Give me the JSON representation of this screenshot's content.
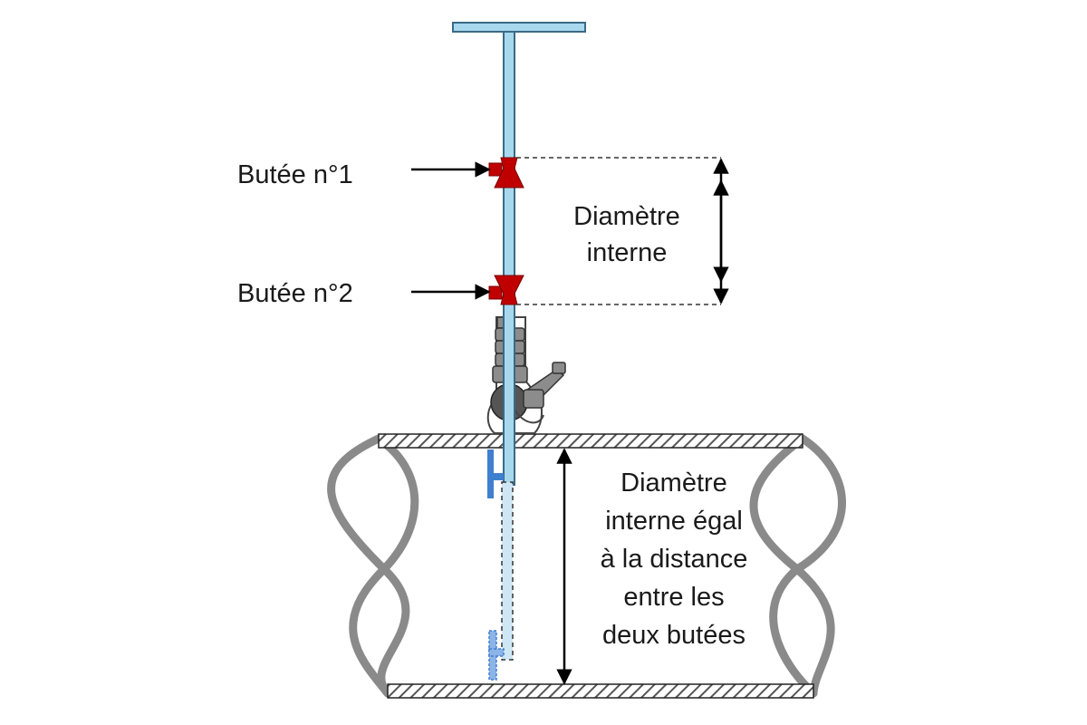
{
  "labels": {
    "stop1": "Butée n°1",
    "stop2": "Butée n°2",
    "inner_diameter": [
      "Diamètre",
      "interne"
    ],
    "explanation": [
      "Diamètre",
      "interne égal",
      "à la distance",
      "entre les",
      "deux butées"
    ]
  },
  "colors": {
    "rod_fill": "#a8d8ee",
    "rod_stroke": "#3a6a86",
    "stop": "#c00000",
    "stop_stroke": "#7a0000",
    "pipe_outline": "#8a8a8a",
    "valve_dark": "#555555",
    "valve_mid": "#8c8c8c",
    "inserted_foot": "#3f7fd0",
    "arrow": "#000000"
  },
  "icons": {
    "valve": "gate-valve-icon",
    "arrow": "arrow-icon"
  }
}
